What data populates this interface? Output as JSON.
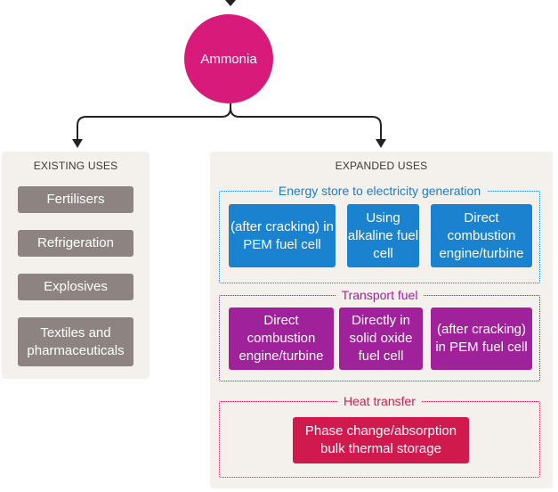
{
  "center": {
    "label": "Ammonia"
  },
  "existing": {
    "title": "EXISTING USES",
    "items": [
      "Fertilisers",
      "Refrigeration",
      "Explosives",
      "Textiles and pharmaceuticals"
    ]
  },
  "expanded": {
    "title": "EXPANDED USES",
    "groups": [
      {
        "title": "Energy store to electricity generation",
        "color": "#1a82cf",
        "items": [
          "(after cracking) in PEM fuel cell",
          "Using alkaline fuel cell",
          "Direct combustion engine/turbine"
        ]
      },
      {
        "title": "Transport fuel",
        "color": "#a0229a",
        "items": [
          "Direct combustion engine/turbine",
          "Directly in solid oxide fuel cell",
          "(after cracking) in PEM fuel cell"
        ]
      },
      {
        "title": "Heat transfer",
        "color": "#d01a4e",
        "items": [
          "Phase change/absorption bulk thermal storage"
        ]
      }
    ]
  },
  "colors": {
    "circle": "#d81b7a",
    "panel": "#f4f1ec",
    "grey_box": "#8d8481",
    "connector": "#222222"
  }
}
